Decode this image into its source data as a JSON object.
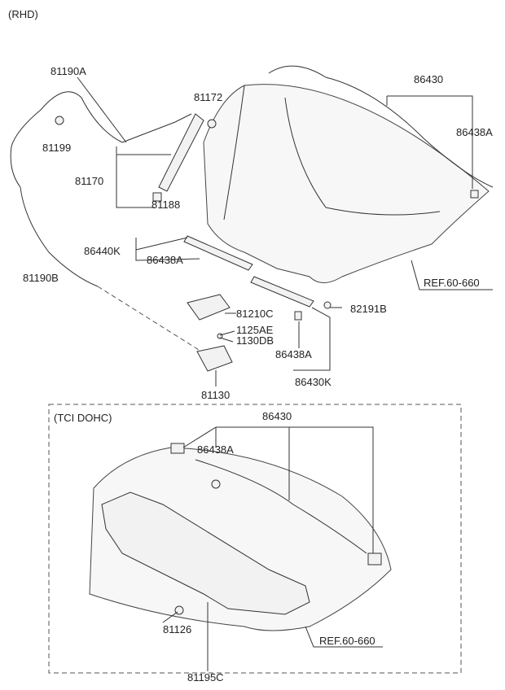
{
  "variant_top": "(RHD)",
  "variant_bottom": "(TCI DOHC)",
  "labels": {
    "p81190A": "81190A",
    "p81199": "81199",
    "p81172": "81172",
    "p86430_top": "86430",
    "p86438A_1": "86438A",
    "p81170": "81170",
    "p81188": "81188",
    "p86440K": "86440K",
    "p86438A_2": "86438A",
    "p81190B": "81190B",
    "ref_top": "REF.60-660",
    "p81210C": "81210C",
    "p82191B": "82191B",
    "p1125AE": "1125AE",
    "p1130DB": "1130DB",
    "p86438A_3": "86438A",
    "p81130": "81130",
    "p86430K": "86430K",
    "p86430_bottom": "86430",
    "p86438A_4": "86438A",
    "p81126": "81126",
    "p81195C": "81195C",
    "ref_bottom": "REF.60-660"
  }
}
